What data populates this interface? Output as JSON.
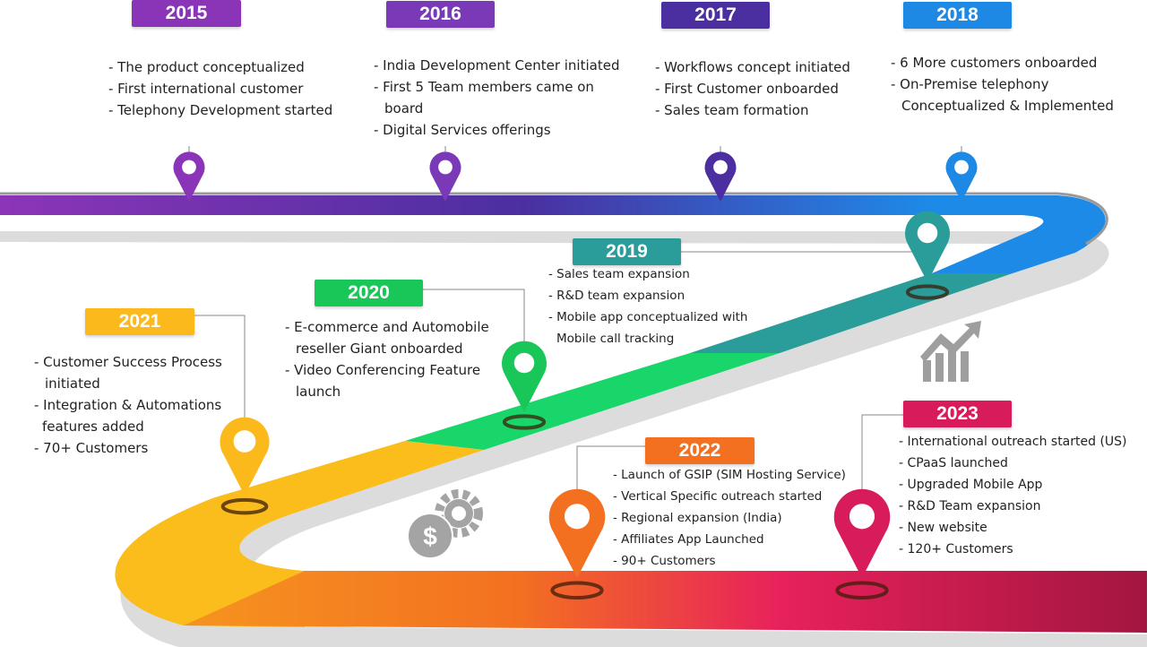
{
  "milestones": [
    {
      "year": "2015",
      "color": "#8a35b8",
      "items": [
        "- The product conceptualized",
        "- First international customer",
        "- Telephony Development started"
      ]
    },
    {
      "year": "2016",
      "color": "#7a3ab8",
      "items": [
        "- India Development Center initiated",
        "- First 5 Team members came on",
        "board",
        "- Digital Services offerings"
      ]
    },
    {
      "year": "2017",
      "color": "#4b2fa0",
      "items": [
        "- Workflows concept initiated",
        "- First Customer onboarded",
        "- Sales team formation"
      ]
    },
    {
      "year": "2018",
      "color": "#1e88e5",
      "items": [
        "- 6 More customers onboarded",
        "- On-Premise telephony",
        "Conceptualized & Implemented"
      ]
    },
    {
      "year": "2019",
      "color": "#2a9d9a",
      "items": [
        "- Sales team expansion",
        "- R&D team expansion",
        "- Mobile app conceptualized with",
        "Mobile call tracking"
      ]
    },
    {
      "year": "2020",
      "color": "#19c759",
      "items": [
        "- E-commerce and Automobile",
        "reseller Giant onboarded",
        "- Video Conferencing Feature",
        "launch"
      ]
    },
    {
      "year": "2021",
      "color": "#fbb91b",
      "items": [
        "- Customer Success Process",
        "initiated",
        "- Integration & Automations",
        "features added",
        "- 70+ Customers"
      ]
    },
    {
      "year": "2022",
      "color": "#f37021",
      "items": [
        "- Launch of GSIP (SIM Hosting Service)",
        "- Vertical Specific outreach started",
        "- Regional expansion (India)",
        "- Affiliates App Launched",
        "- 90+ Customers"
      ]
    },
    {
      "year": "2023",
      "color": "#d81b5b",
      "items": [
        "- International outreach started (US)",
        "- CPaaS launched",
        "- Upgraded Mobile App",
        "- R&D Team expansion",
        "- New website",
        "- 120+ Customers"
      ]
    }
  ],
  "icons": [
    "growth-chart-icon",
    "gear-dollar-icon"
  ]
}
